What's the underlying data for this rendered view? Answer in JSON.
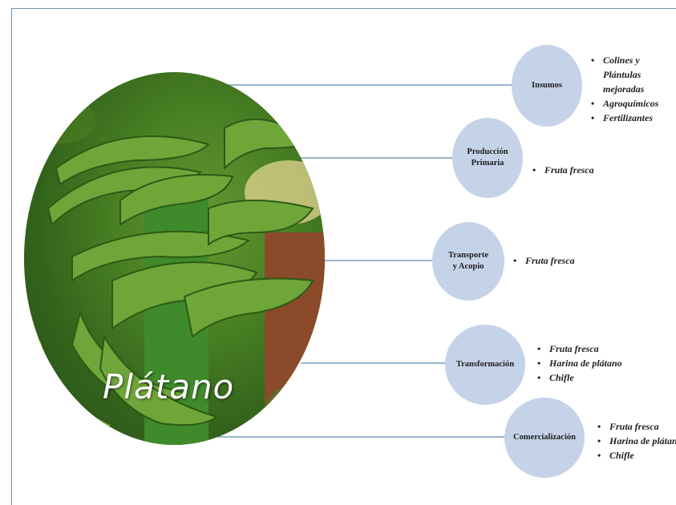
{
  "title": "Plátano",
  "stages": [
    {
      "label_lines": [
        "Insumos"
      ],
      "items": [
        [
          "Colines y Plántulas",
          "mejoradas"
        ],
        [
          "Agroquímicos"
        ],
        [
          "Fertilizantes"
        ]
      ]
    },
    {
      "label_lines": [
        "Producción",
        "Primaria"
      ],
      "items": [
        [
          "Fruta fresca"
        ]
      ]
    },
    {
      "label_lines": [
        "Transporte",
        "y Acopio"
      ],
      "items": [
        [
          "Fruta fresca"
        ]
      ]
    },
    {
      "label_lines": [
        "Transformación"
      ],
      "items": [
        [
          "Fruta fresca"
        ],
        [
          "Harina de plátano"
        ],
        [
          "Chifle"
        ]
      ]
    },
    {
      "label_lines": [
        "Comercialización"
      ],
      "items": [
        [
          "Fruta fresca"
        ],
        [
          "Harina de plátano"
        ],
        [
          "Chifle"
        ]
      ]
    }
  ],
  "colors": {
    "node_fill": "#c5d3e8",
    "connector": "#5a86b4",
    "frame": "#6a8fb8"
  }
}
